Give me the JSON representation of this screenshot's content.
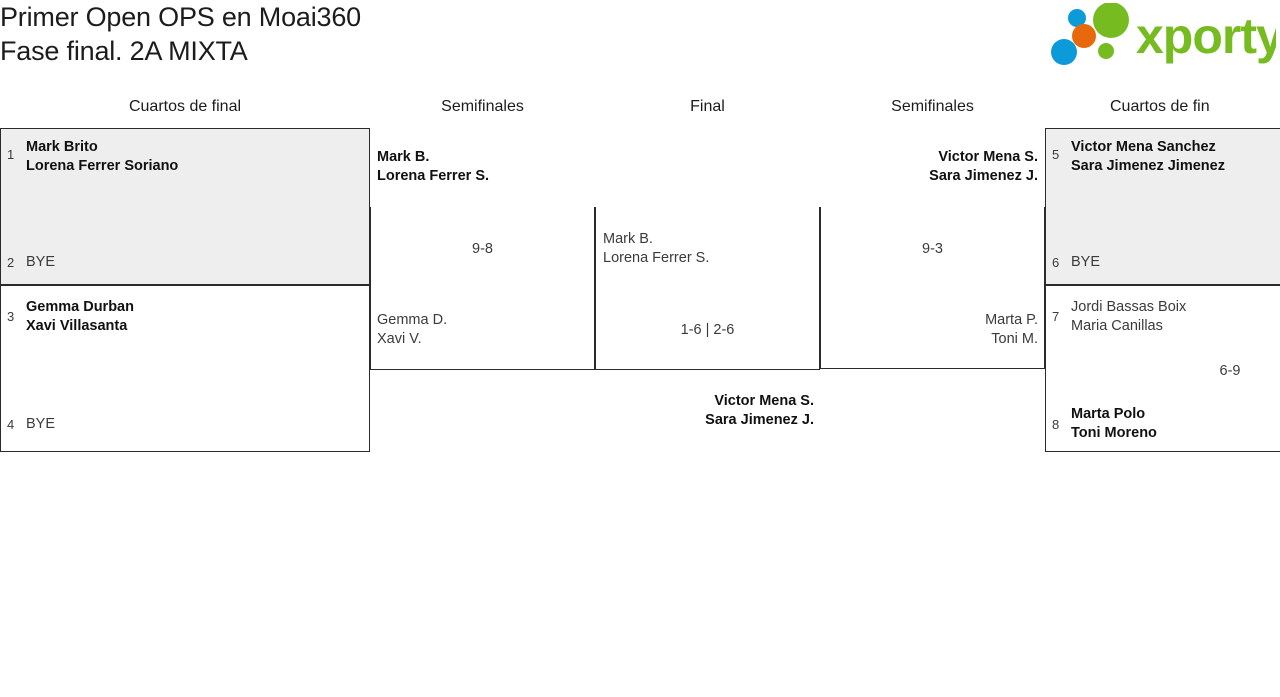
{
  "header": {
    "title": "Primer Open OPS en Moai360\nFase final. 2A MIXTA",
    "logo": {
      "wordmark": "xporty",
      "colors": {
        "green": "#76bc21",
        "blue": "#0c9bd8",
        "orange": "#e8690b"
      }
    }
  },
  "rounds": [
    {
      "label": "Cuartos de final",
      "side": "left"
    },
    {
      "label": "Semifinales",
      "side": "left"
    },
    {
      "label": "Final",
      "side": "center"
    },
    {
      "label": "Semifinales",
      "side": "right"
    },
    {
      "label": "Cuartos de fin",
      "side": "right"
    }
  ],
  "bracket": {
    "left_quarterfinals": [
      {
        "top": {
          "seed": "1",
          "players": "Mark Brito\nLorena Ferrer Soriano",
          "result": "winner"
        },
        "bottom": {
          "seed": "2",
          "players": "BYE",
          "result": "bye"
        },
        "score": "",
        "shaded": true
      },
      {
        "top": {
          "seed": "3",
          "players": "Gemma Durban\nXavi Villasanta",
          "result": "winner"
        },
        "bottom": {
          "seed": "4",
          "players": "BYE",
          "result": "bye"
        },
        "score": "",
        "shaded": false
      }
    ],
    "left_semifinal": {
      "top": {
        "players": "Mark B.\nLorena Ferrer S.",
        "result": "winner"
      },
      "bottom": {
        "players": "Gemma D.\nXavi V.",
        "result": "loser"
      },
      "score": "9-8"
    },
    "final": {
      "top": {
        "players": "Mark B.\nLorena Ferrer S.",
        "result": "loser"
      },
      "bottom": {
        "players": "Victor Mena S.\nSara Jimenez J.",
        "result": "winner"
      },
      "score": "1-6 | 2-6"
    },
    "right_semifinal": {
      "top": {
        "players": "Victor Mena S.\nSara Jimenez J.",
        "result": "winner"
      },
      "bottom": {
        "players": "Marta P.\nToni M.",
        "result": "loser"
      },
      "score": "9-3"
    },
    "right_quarterfinals": [
      {
        "top": {
          "seed": "5",
          "players": "Victor Mena Sanchez\nSara Jimenez Jimenez",
          "result": "winner"
        },
        "bottom": {
          "seed": "6",
          "players": "BYE",
          "result": "bye"
        },
        "score": "",
        "shaded": true
      },
      {
        "top": {
          "seed": "7",
          "players": "Jordi Bassas Boix\nMaria Canillas",
          "result": "loser"
        },
        "bottom": {
          "seed": "8",
          "players": "Marta Polo\nToni Moreno",
          "result": "winner"
        },
        "score": "6-9",
        "shaded": false
      }
    ]
  }
}
